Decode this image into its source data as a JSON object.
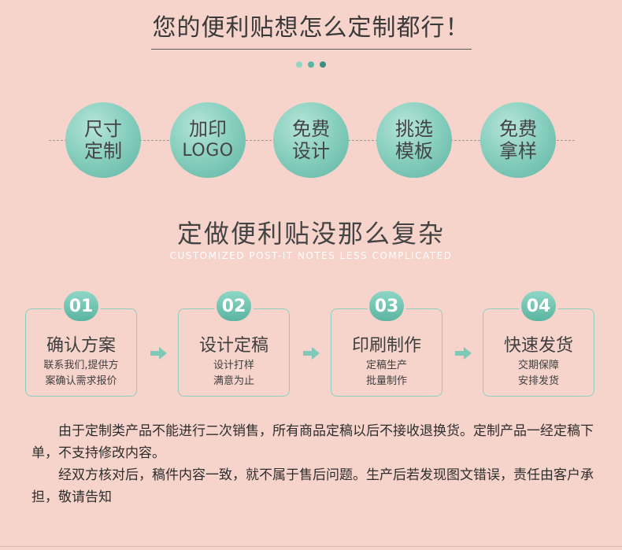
{
  "header": {
    "title": "您的便利贴想怎么定制都行！"
  },
  "dots": {
    "colors": [
      "#8fd6c5",
      "#5ab5a1",
      "#3d8f80"
    ]
  },
  "features": [
    {
      "line1": "尺寸",
      "line2": "定制"
    },
    {
      "line1": "加印",
      "line2": "LOGO"
    },
    {
      "line1": "免费",
      "line2": "设计"
    },
    {
      "line1": "挑选",
      "line2": "模板"
    },
    {
      "line1": "免费",
      "line2": "拿样"
    }
  ],
  "section": {
    "title": "定做便利贴没那么复杂",
    "subtitle": "CUSTOMIZED POST-IT NOTES LESS COMPLICATED"
  },
  "steps": [
    {
      "num": "01",
      "title": "确认方案",
      "desc1": "联系我们,提供方",
      "desc2": "案确认需求报价"
    },
    {
      "num": "02",
      "title": "设计定稿",
      "desc1": "设计打样",
      "desc2": "满意为止"
    },
    {
      "num": "03",
      "title": "印刷制作",
      "desc1": "定稿生产",
      "desc2": "批量制作"
    },
    {
      "num": "04",
      "title": "快速发货",
      "desc1": "交期保障",
      "desc2": "安排发货"
    }
  ],
  "accent_color": "#6cc3b0",
  "notice": {
    "p1": "由于定制类产品不能进行二次销售，所有商品定稿以后不接收退换货。定制产品一经定稿下单，不支持修改内容。",
    "p2": "经双方核对后，稿件内容一致，就不属于售后问题。生产后若发现图文错误，责任由客户承担，敬请告知"
  }
}
